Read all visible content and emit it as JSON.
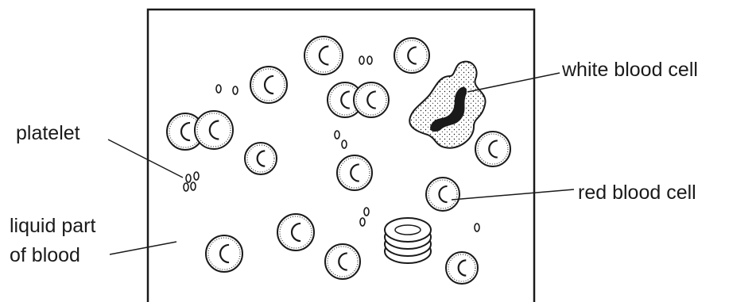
{
  "labels": {
    "platelet": "platelet",
    "liquid_line1": "liquid part",
    "liquid_line2": "of blood",
    "white_blood_cell": "white blood cell",
    "red_blood_cell": "red blood cell"
  },
  "colors": {
    "ink": "#1a1a1a",
    "background": "#ffffff"
  }
}
